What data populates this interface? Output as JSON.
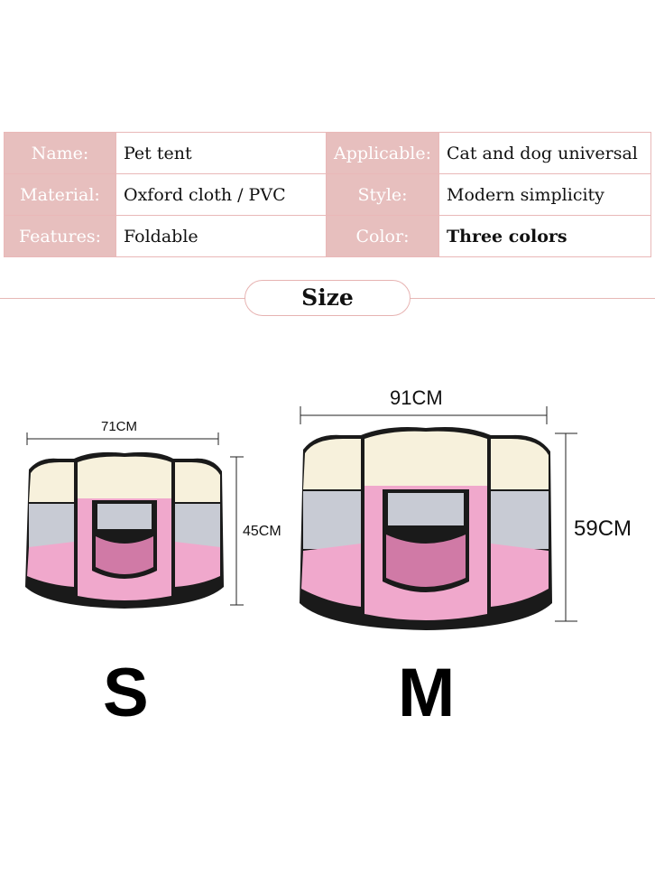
{
  "specs": {
    "rows": [
      {
        "label1": "Name:",
        "value1": "Pet tent",
        "label2": "Applicable:",
        "value2": "Cat and dog universal"
      },
      {
        "label1": "Material:",
        "value1": "Oxford cloth / PVC",
        "label2": "Style:",
        "value2": "Modern simplicity"
      },
      {
        "label1": "Features:",
        "value1": "Foldable",
        "label2": "Color:",
        "value2": "Three colors"
      }
    ]
  },
  "size_heading": "Size",
  "small": {
    "width": "71CM",
    "height": "45CM",
    "letter": "S"
  },
  "medium": {
    "width": "91CM",
    "height": "59CM",
    "letter": "M"
  },
  "colors": {
    "label_bg": "#e7bfbe",
    "border": "#e9b8b8",
    "tent_pink": "#f0a8cc",
    "tent_cream": "#f7f1dc",
    "mesh": "#c8cbd4"
  }
}
